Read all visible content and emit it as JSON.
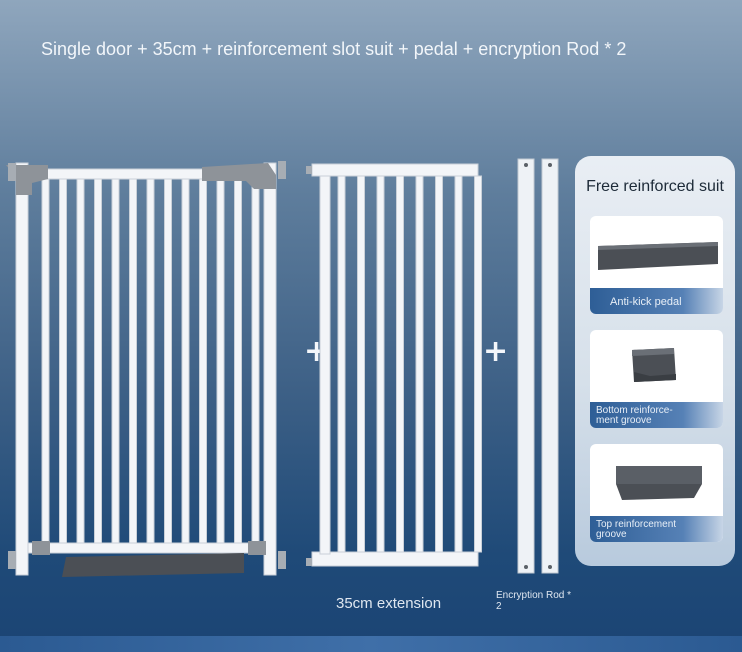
{
  "headline": "Single door + 35cm + reinforcement slot suit + pedal + encryption Rod * 2",
  "plus_sign": "+",
  "extension_caption": "35cm extension",
  "rod_caption_line1": "Encryption Rod *",
  "rod_caption_line2": "2",
  "suit": {
    "title": "Free reinforced suit",
    "items": [
      {
        "label": "Anti-kick pedal"
      },
      {
        "label_line1": "Bottom reinforce-",
        "label_line2": "ment groove"
      },
      {
        "label_line1": "Top reinforcement",
        "label_line2": "groove"
      }
    ]
  },
  "colors": {
    "gate_frame": "#f3f5f8",
    "bracket": "#8e9399",
    "pedal": "#4b4f55",
    "card_band": "#2e5e96"
  }
}
